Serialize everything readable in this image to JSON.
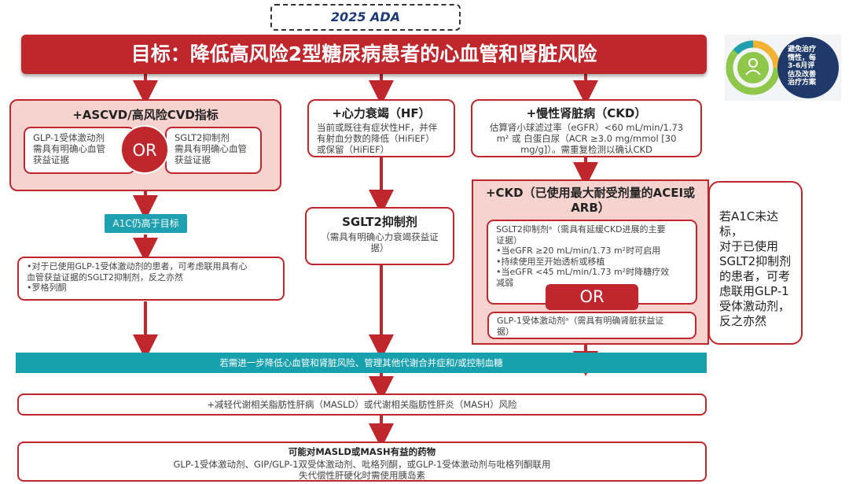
{
  "header": {
    "ada_tag": "2025 ADA",
    "goal_title": "目标：降低高风险2型糖尿病患者的心血管和肾脏风险"
  },
  "ascvd": {
    "title": "+ASCVD/高风险CVD指标",
    "glp1_text": "GLP-1受体激动剂\n需具有明确心血管\n获益证据",
    "sglt2_text": "SGLT2抑制剂\n需具有明确心血管\n获益证据",
    "or_label": "OR",
    "a1c_button": "A1C仍高于目标",
    "followup_text": "•对于已使用GLP-1受体激动剂的患者，可考虑联用具有心\n血管获益证据的SGLT2抑制剂，反之亦然\n•罗格列酮"
  },
  "hf": {
    "title": "+心力衰竭（HF）",
    "desc": "当前或既往有症状性HF，并伴\n有射血分数的降低（HiFiEF）\n或保留（HiFiEF）",
    "sglt2_title": "SGLT2抑制剂",
    "sglt2_desc": "（需具有明确心力衰竭获益证\n据）"
  },
  "ckd": {
    "title": "+慢性肾脏病（CKD）",
    "desc": "估算肾小球滤过率（eGFR）<60 mL/min/1.73\nm² 或 白蛋白尿（ACR ≥3.0 mg/mmol [30\nmg/g]）。需重复检测以确认CKD",
    "max_title": "+CKD（已使用最大耐受剂量的ACEI或\nARB）",
    "sglt2_block": "SGLT2抑制剂ᵃ（需具有延缓CKD进展的主要\n证据）\n•当eGFR ≥20 mL/min/1.73 m²时可启用\n•持续使用至开始透析或移植\n•当eGFR <45 mL/min/1.73 m²时降糖疗效\n减弱",
    "or_label": "OR",
    "glp1_block": "GLP-1受体激动剂ᵃ（需具有明确肾脏获益证\n据）"
  },
  "side_note": {
    "text": "若A1C未达标，\n对于已使用\nSGLT2抑制剂\n的患者，可考\n虑联用GLP-1\n受体激动剂，\n反之亦然"
  },
  "logo": {
    "text": "避免治疗\n惰性，每\n3-6月评\n估及改善\n治疗方案"
  },
  "bottom": {
    "teal_bar": "若需进一步降低心血管和肾脏风险、管理其他代谢合并症和/或控制血糖",
    "masld_text": "+减轻代谢相关脂肪性肝病（MASLD）或代谢相关脂肪性肝炎（MASH）风险",
    "drugs_title": "可能对MASLD或MASH有益的药物",
    "drugs_text": "GLP-1受体激动剂、GIP/GLP-1双受体激动剂、吡格列酮，或GLP-1受体激动剂与吡格列酮联用\n失代偿性肝硬化时需使用胰岛素"
  },
  "colors": {
    "brand_red": "#c0272d",
    "pink_fill": "#f6d3cf",
    "teal": "#17a0ad",
    "navy": "#1f3a78"
  }
}
